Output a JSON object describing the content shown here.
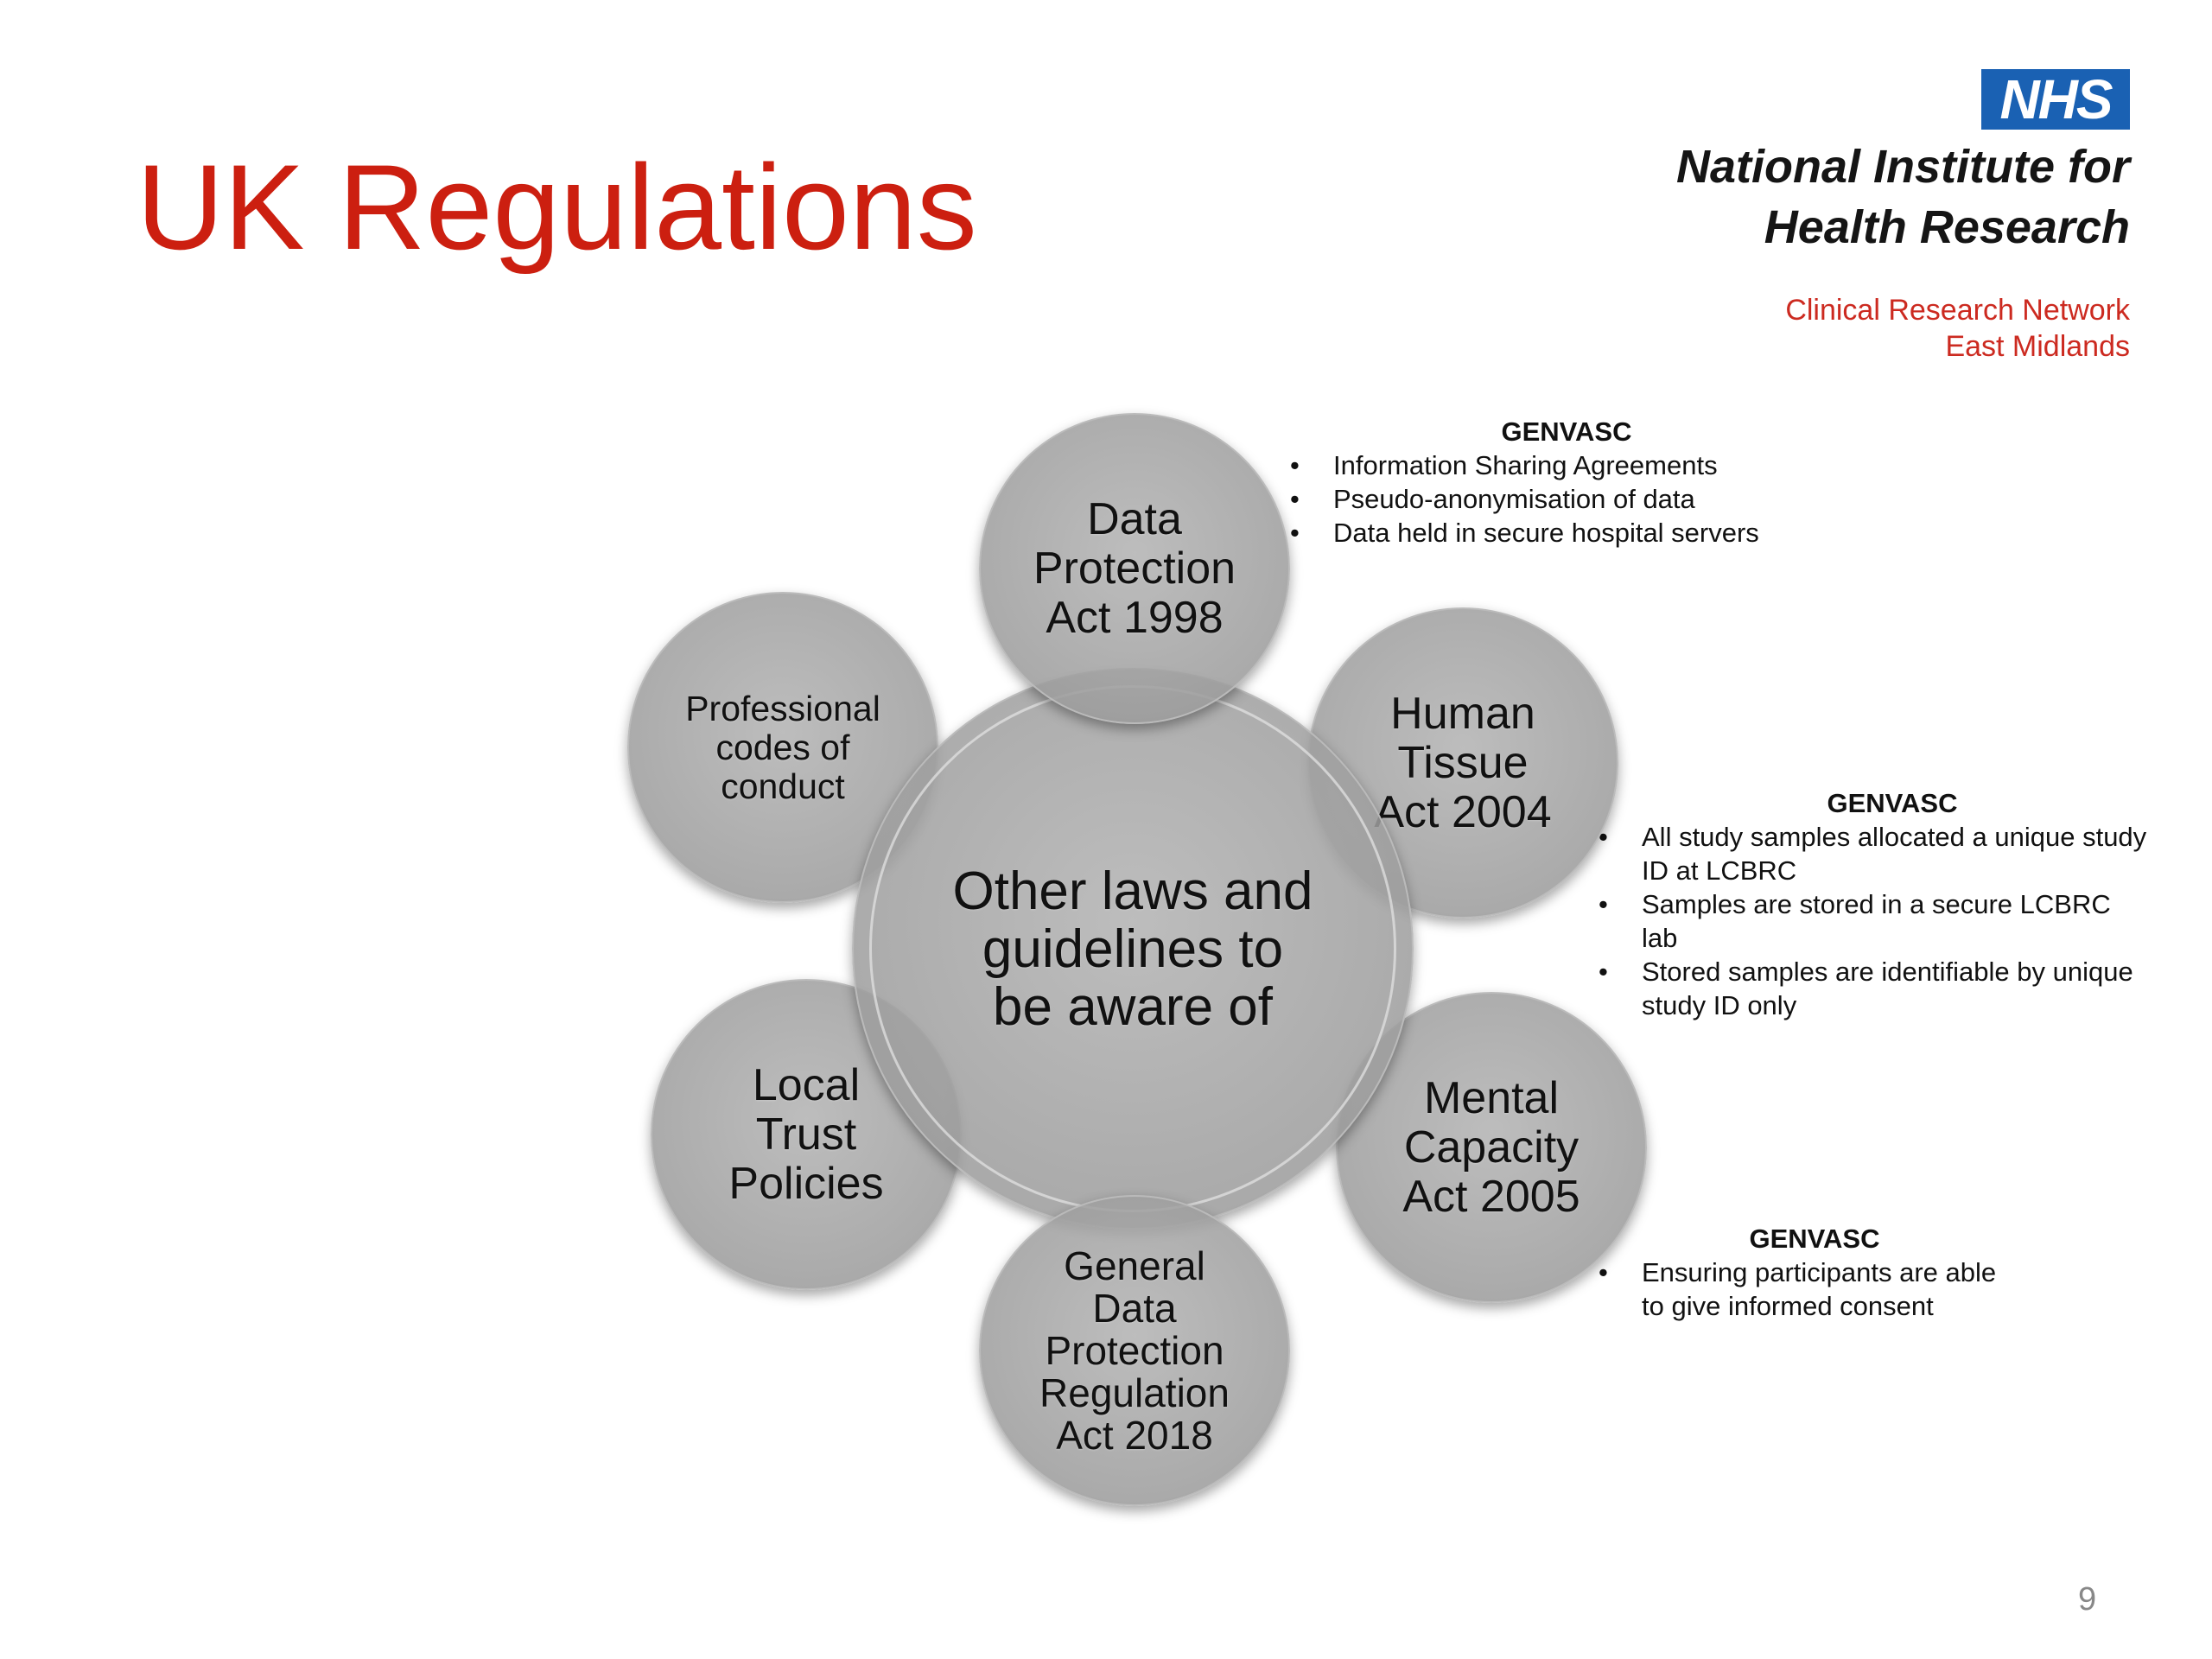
{
  "slide": {
    "title": "UK Regulations",
    "page_number": "9"
  },
  "logo": {
    "badge": "NHS",
    "org_line1": "National Institute for",
    "org_line2": "Health Research",
    "network_line1": "Clinical Research Network",
    "network_line2": "East Midlands",
    "badge_color": "#1a61b3",
    "network_color": "#cc2a20"
  },
  "diagram": {
    "center": [
      "Other laws and",
      "guidelines to",
      "be aware of"
    ],
    "satellites": {
      "top": [
        "Data",
        "Protection",
        "Act 1998"
      ],
      "upper_right": [
        "Human",
        "Tissue",
        "Act 2004"
      ],
      "lower_right": [
        "Mental",
        "Capacity",
        "Act 2005"
      ],
      "bottom": [
        "General",
        "Data",
        "Protection",
        "Regulation",
        "Act 2018"
      ],
      "lower_left": [
        "Local",
        "Trust",
        "Policies"
      ],
      "upper_left": [
        "Professional",
        "codes of",
        "conduct"
      ]
    }
  },
  "notes": [
    {
      "heading": "GENVASC",
      "items": [
        [
          "Information Sharing Agreements"
        ],
        [
          "Pseudo-anonymisation of data"
        ],
        [
          "Data held in secure hospital servers"
        ]
      ]
    },
    {
      "heading": "GENVASC",
      "items": [
        [
          "All study samples allocated a unique study",
          "ID at LCBRC"
        ],
        [
          "Samples are stored in a secure LCBRC",
          "lab"
        ],
        [
          "Stored samples are identifiable by unique",
          "study ID only"
        ]
      ]
    },
    {
      "heading": "GENVASC",
      "items": [
        [
          "Ensuring participants are able",
          "to give informed consent"
        ]
      ]
    }
  ],
  "colors": {
    "title": "#cc1f10",
    "circle_fill": "#a0a0a0"
  }
}
